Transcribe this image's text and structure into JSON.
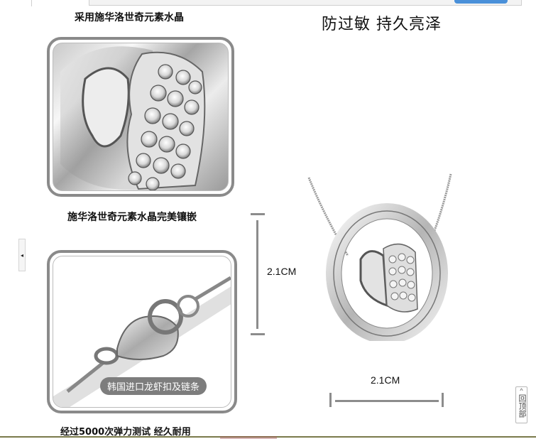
{
  "captions": {
    "top_left": "采用施华洛世奇元素水晶",
    "top_right": "防过敏   持久亮泽",
    "mid_left": "施华洛世奇元素水晶完美镶嵌",
    "bottom": "经过5000次弹力测试    经久耐用"
  },
  "frames": {
    "crystal_closeup": {
      "alt": "crystal heart closeup"
    },
    "clasp_closeup": {
      "alt": "lobster clasp closeup",
      "label": "韩国进口龙虾扣及链条"
    }
  },
  "dimensions": {
    "height": "2.1CM",
    "width": "2.1CM"
  },
  "controls": {
    "side_tab_arrow": "◂",
    "back_to_top_chevron": "^",
    "back_to_top_label": "回顶部"
  },
  "colors": {
    "frame_border": "#8a8a8a",
    "dimension_line": "#8c8c8c",
    "pill_bg": "#7d7d7d",
    "search_button": "#4a90d9"
  }
}
